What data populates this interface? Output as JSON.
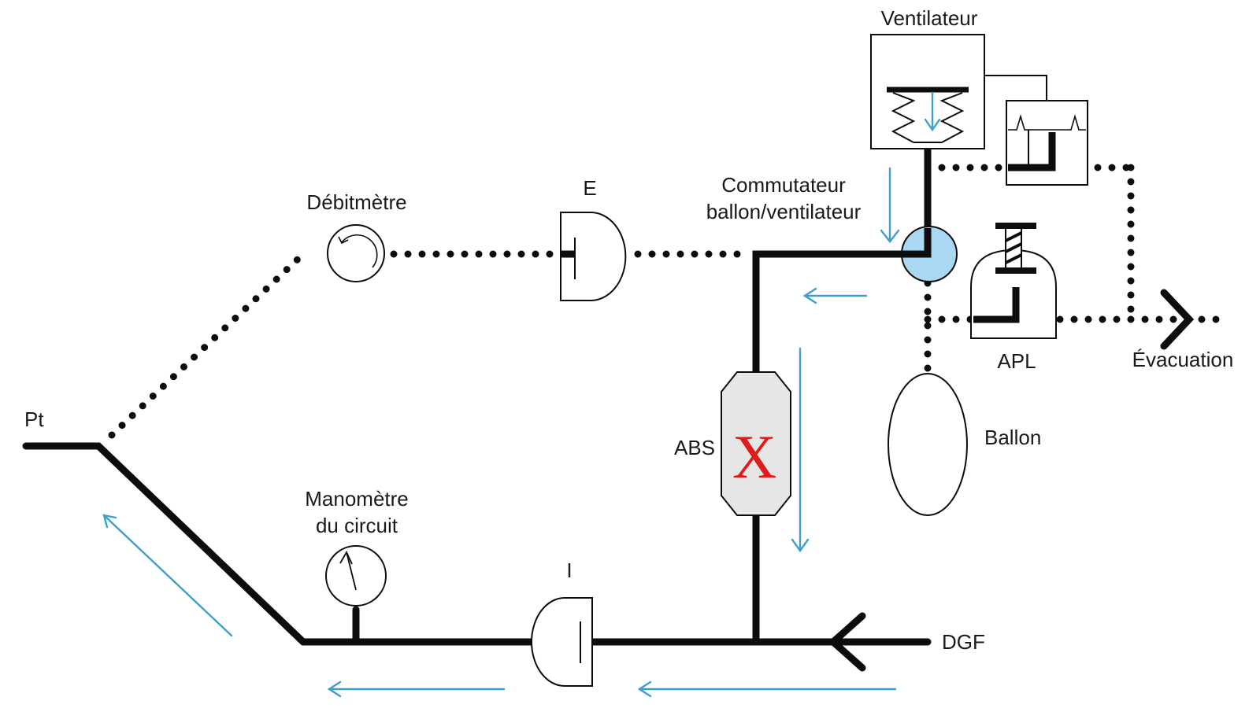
{
  "labels": {
    "ventilator": "Ventilateur",
    "switch_line1": "Commutateur",
    "switch_line2": "ballon/ventilateur",
    "flowmeter": "Débitmètre",
    "expiratory_valve": "E",
    "inspiratory_valve": "I",
    "patient": "Pt",
    "manometer_line1": "Manomètre",
    "manometer_line2": "du circuit",
    "absorber": "ABS",
    "absorber_mark": "X",
    "apl": "APL",
    "bag": "Ballon",
    "evacuation": "Évacuation",
    "fresh_gas": "DGF"
  },
  "colors": {
    "line": "#0d0d0d",
    "flow_arrow": "#3d9fcc",
    "switch_fill": "#a9d8f2",
    "absorber_fill": "#e6e6e6",
    "absorber_mark": "#e01b1b"
  }
}
